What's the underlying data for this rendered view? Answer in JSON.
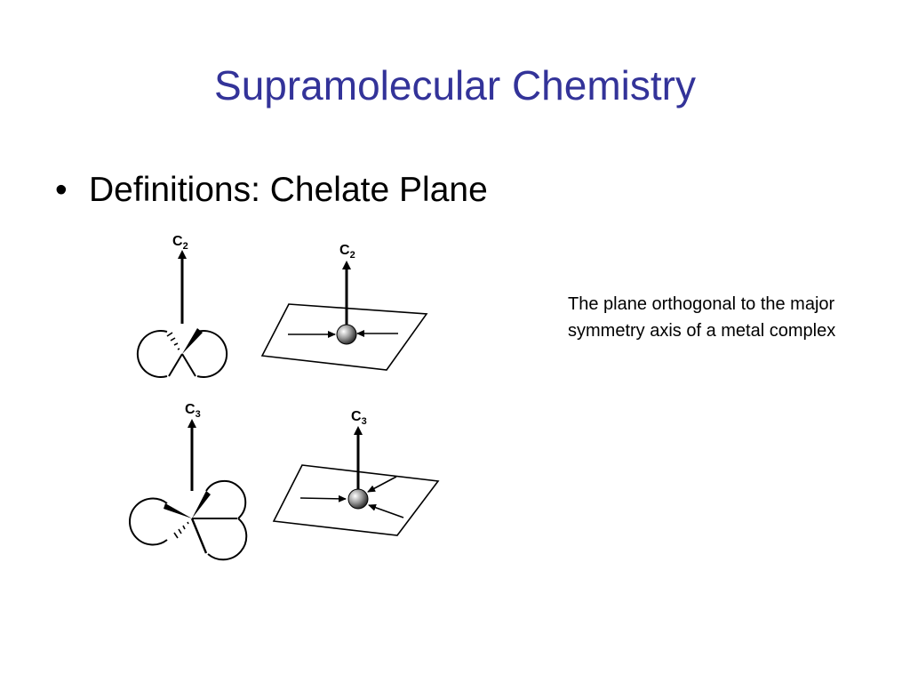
{
  "slide": {
    "title": "Supramolecular Chemistry",
    "bullet_symbol": "•",
    "bullet_text": "Definitions:  Chelate Plane",
    "description": "The plane orthogonal to the major symmetry axis of a metal complex"
  },
  "figure": {
    "c2_left": {
      "main": "C",
      "sub": "2"
    },
    "c2_right": {
      "main": "C",
      "sub": "2"
    },
    "c3_left": {
      "main": "C",
      "sub": "3"
    },
    "c3_right": {
      "main": "C",
      "sub": "3"
    }
  },
  "colors": {
    "title": "#333399",
    "text": "#000000",
    "background": "#ffffff"
  }
}
